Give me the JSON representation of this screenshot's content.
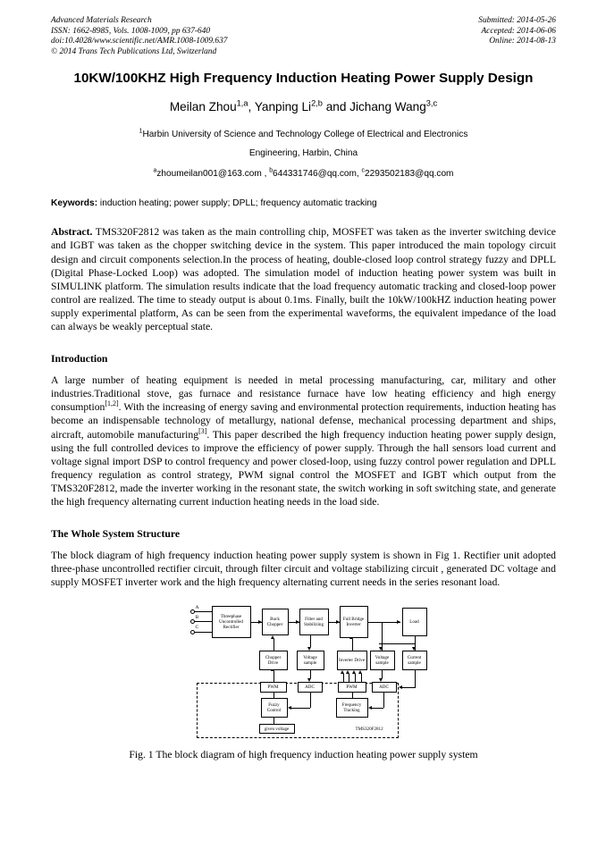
{
  "journal_header": {
    "left": [
      "Advanced Materials Research",
      "ISSN: 1662-8985, Vols. 1008-1009, pp 637-640",
      "doi:10.4028/www.scientific.net/AMR.1008-1009.637",
      "© 2014 Trans Tech Publications Ltd, Switzerland"
    ],
    "right": [
      "Submitted: 2014-05-26",
      "Accepted: 2014-06-06",
      "Online: 2014-08-13"
    ]
  },
  "title": "10KW/100KHZ High Frequency Induction Heating Power Supply Design",
  "authors": {
    "a1_name": "Meilan Zhou",
    "a1_sup": "1,a",
    "sep1": ", ",
    "a2_name": "Yanping Li",
    "a2_sup": "2,b",
    "sep2": " and ",
    "a3_name": "Jichang Wang",
    "a3_sup": "3,c"
  },
  "affiliation": {
    "sup": "1",
    "line1": "Harbin University of Science and Technology College of Electrical and Electronics",
    "line2": "Engineering, Harbin, China"
  },
  "emails": {
    "sup_a": "a",
    "email_a": "zhoumeilan001@163.com",
    "comma1": " , ",
    "sup_b": "b",
    "email_b": "644331746@qq.com,",
    "sup_c": "c",
    "email_c": "2293502183@qq.com"
  },
  "keywords": {
    "label": "Keywords:",
    "value": " induction heating; power supply; DPLL; frequency automatic tracking"
  },
  "abstract": {
    "label": "Abstract.",
    "text": " TMS320F2812 was taken as the main controlling chip, MOSFET was taken as the inverter switching device and IGBT was taken as the chopper switching device in the system. This paper introduced the main topology circuit design and circuit components selection.In the process of heating, double-closed loop control strategy fuzzy and DPLL (Digital Phase-Locked Loop) was adopted. The simulation model of induction heating power system was built in SIMULINK platform. The simulation results indicate that the load frequency automatic tracking and closed-loop power control are realized. The time to steady output is about 0.1ms. Finally, built the 10kW/100kHZ induction heating power supply experimental platform, As can be seen from the experimental waveforms, the equivalent impedance of the load can always be weakly perceptual state."
  },
  "sections": [
    {
      "heading": "Introduction",
      "para_part1": "A large number of heating equipment is needed in metal processing manufacturing, car, military and other industries.Traditional stove, gas furnace and resistance furnace have low heating efficiency and high energy consumption",
      "ref1": "[1,2]",
      "para_part2": ". With the increasing of energy saving and environmental protection requirements, induction heating has become an indispensable technology of metallurgy, national defense, mechanical processing department and ships, aircraft, automobile manufacturing",
      "ref2": "[3]",
      "para_part3": ". This paper described the high frequency induction heating power supply design, using the full controlled devices to improve the efficiency of power supply. Through the hall sensors load current and voltage signal import DSP to control frequency and power closed-loop, using fuzzy control power regulation and DPLL frequency regulation as control strategy, PWM signal control the MOSFET and IGBT which output from the TMS320F2812, made the inverter working in the resonant state, the switch working in soft switching state, and generate the high frequency alternating current induction heating needs in the load side."
    },
    {
      "heading": "The Whole System Structure",
      "para": "The block diagram of high frequency induction heating power supply system is shown in Fig 1. Rectifier unit adopted three-phase uncontrolled rectifier circuit, through filter circuit and voltage stabilizing circuit , generated DC voltage and supply MOSFET inverter work and the high frequency alternating current needs in the series resonant load."
    }
  ],
  "figure": {
    "caption": "Fig. 1 The block diagram of high frequency induction heating power supply system",
    "phase_labels": [
      "A",
      "B",
      "C"
    ],
    "blocks": {
      "rectifier": "Threephase Uncontrolled Rectifier",
      "buck_chopper": "Buck Chopper",
      "filter": "Filter and Stabilizing",
      "inverter": "Full Bridge Inverter",
      "load": "Load",
      "chopper_drive": "Chopper Drive",
      "voltage_sample_1": "Voltage sample",
      "inverter_drive": "Inverter Drive",
      "voltage_sample_2": "Voltage sample",
      "current_sample": "Current sample",
      "pwm_1": "PWM",
      "adc_1": "ADC",
      "pwm_2": "PWM",
      "adc_2": "ADC",
      "fuzzy_control": "Fuzzy Control",
      "frequency_tracking": "Frequency Tracking",
      "given_voltage": "given voltage"
    },
    "dsp_label": "TMS320F2812"
  }
}
